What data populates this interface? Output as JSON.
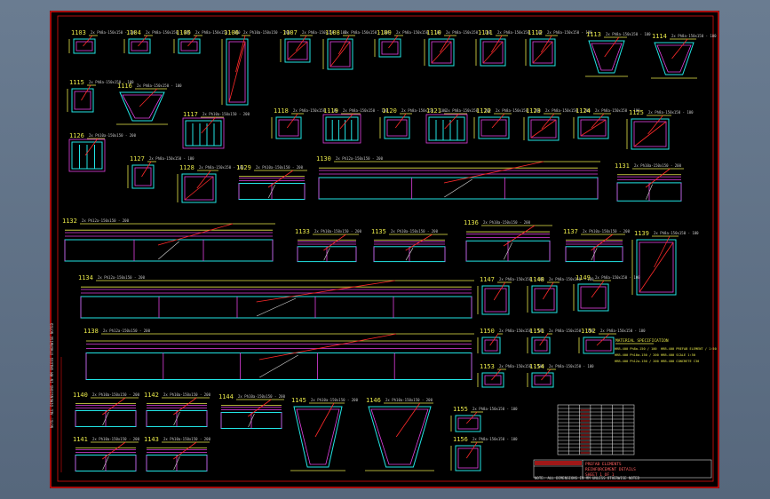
{
  "colors": {
    "background": "#5d6f84",
    "sheet": "#000000",
    "frame": "#e01010",
    "concrete_outline": "#22e5e5",
    "rebar": "#e040e0",
    "leader": "#ff2a2a",
    "text": "#e8e84a"
  },
  "drawing": {
    "details": [
      {
        "id": "s1103",
        "label": "1103",
        "kind": "section",
        "note": "2x Ph8a-150x150 - 100"
      },
      {
        "id": "s1104",
        "label": "1104",
        "kind": "section",
        "note": "2x Ph8a-150x150 - 100"
      },
      {
        "id": "s1105",
        "label": "1105",
        "kind": "section",
        "note": "2x Ph8a-150x150 - 100"
      },
      {
        "id": "s1106",
        "label": "1106",
        "kind": "tall",
        "note": "2x Ph10a-150x150 - 200"
      },
      {
        "id": "s1107",
        "label": "1107",
        "kind": "diag",
        "note": "2x Ph8a-150x150 - 100"
      },
      {
        "id": "s1108",
        "label": "1108",
        "kind": "diag",
        "note": "2x Ph8a-150x150 - 100"
      },
      {
        "id": "s1109",
        "label": "1109",
        "kind": "section",
        "note": "2x Ph8a-150x150 - 100"
      },
      {
        "id": "s1110",
        "label": "1110",
        "kind": "diag",
        "note": "2x Ph8a-150x150 - 100"
      },
      {
        "id": "s1111",
        "label": "1111",
        "kind": "diag",
        "note": "2x Ph8a-150x150 - 100"
      },
      {
        "id": "s1112",
        "label": "1112",
        "kind": "diag",
        "note": "2x Ph8a-150x150 - 100"
      },
      {
        "id": "s1113",
        "label": "1113",
        "kind": "trap",
        "note": "2x Ph8a-150x150 - 100"
      },
      {
        "id": "s1114",
        "label": "1114",
        "kind": "trap",
        "note": "2x Ph8a-150x150 - 100"
      },
      {
        "id": "s1115",
        "label": "1115",
        "kind": "section",
        "note": "2x Ph8a-150x150 - 100"
      },
      {
        "id": "s1116",
        "label": "1116",
        "kind": "trap",
        "note": "2x Ph8a-150x150 - 100"
      },
      {
        "id": "s1117",
        "label": "1117",
        "kind": "ribs",
        "note": "2x Ph10a-150x150 - 200"
      },
      {
        "id": "s1118",
        "label": "1118",
        "kind": "section",
        "note": "2x Ph8a-150x150 - 100"
      },
      {
        "id": "s1119",
        "label": "1119",
        "kind": "ribs",
        "note": "2x Ph8a-150x150 - 100"
      },
      {
        "id": "s1120",
        "label": "1120",
        "kind": "section",
        "note": "2x Ph8a-150x150 - 100"
      },
      {
        "id": "s1121",
        "label": "1121",
        "kind": "ribs",
        "note": "2x Ph8a-150x150 - 100"
      },
      {
        "id": "s1122",
        "label": "1122",
        "kind": "section",
        "note": "2x Ph8a-150x150 - 100"
      },
      {
        "id": "s1123",
        "label": "1123",
        "kind": "diag",
        "note": "2x Ph8a-150x150 - 100"
      },
      {
        "id": "s1124",
        "label": "1124",
        "kind": "diag",
        "note": "2x Ph8a-150x150 - 100"
      },
      {
        "id": "s1125",
        "label": "1125",
        "kind": "diag",
        "note": "2x Ph8a-150x150 - 100"
      },
      {
        "id": "s1126",
        "label": "1126",
        "kind": "ribs",
        "note": "2x Ph10a-150x150 - 200"
      },
      {
        "id": "s1127",
        "label": "1127",
        "kind": "section",
        "note": "2x Ph8a-150x150 - 100"
      },
      {
        "id": "s1128",
        "label": "1128",
        "kind": "diag",
        "note": "2x Ph8a-150x150 - 100"
      },
      {
        "id": "e1129",
        "label": "1129",
        "kind": "elev",
        "note": "2x Ph10a-150x150 - 200"
      },
      {
        "id": "e1130",
        "label": "1130",
        "kind": "elev",
        "note": "2x Ph12a-150x150 - 200"
      },
      {
        "id": "e1131",
        "label": "1131",
        "kind": "elev",
        "note": "2x Ph10a-150x150 - 200"
      },
      {
        "id": "e1132",
        "label": "1132",
        "kind": "elev",
        "note": "2x Ph12a-150x150 - 200"
      },
      {
        "id": "e1133",
        "label": "1133",
        "kind": "elev",
        "note": "2x Ph10a-150x150 - 200"
      },
      {
        "id": "e1135",
        "label": "1135",
        "kind": "elev",
        "note": "2x Ph10a-150x150 - 200"
      },
      {
        "id": "e1136",
        "label": "1136",
        "kind": "elev",
        "note": "2x Ph10a-150x150 - 200"
      },
      {
        "id": "e1137",
        "label": "1137",
        "kind": "elev",
        "note": "2x Ph10a-150x150 - 200"
      },
      {
        "id": "s1139",
        "label": "1139",
        "kind": "diag",
        "note": "2x Ph8a-150x150 - 100"
      },
      {
        "id": "e1134",
        "label": "1134",
        "kind": "elev",
        "note": "2x Ph12a-150x150 - 200"
      },
      {
        "id": "e1138",
        "label": "1138",
        "kind": "elev",
        "note": "2x Ph12a-150x150 - 200"
      },
      {
        "id": "s1147",
        "label": "1147",
        "kind": "small",
        "note": "2x Ph8a-150x150 - 100"
      },
      {
        "id": "s1148",
        "label": "1148",
        "kind": "small",
        "note": "2x Ph8a-150x150 - 100"
      },
      {
        "id": "s1149",
        "label": "1149",
        "kind": "small",
        "note": "2x Ph8a-150x150 - 100"
      },
      {
        "id": "s1150",
        "label": "1150",
        "kind": "small",
        "note": "2x Ph8a-150x150 - 100"
      },
      {
        "id": "s1151",
        "label": "1151",
        "kind": "small",
        "note": "2x Ph8a-150x150 - 100"
      },
      {
        "id": "s1152",
        "label": "1152",
        "kind": "small",
        "note": "2x Ph8a-150x150 - 100"
      },
      {
        "id": "s1153",
        "label": "1153",
        "kind": "small",
        "note": "2x Ph8a-150x150 - 100"
      },
      {
        "id": "s1154",
        "label": "1154",
        "kind": "small",
        "note": "2x Ph8a-150x150 - 100"
      },
      {
        "id": "e1140",
        "label": "1140",
        "kind": "elev",
        "note": "2x Ph10a-150x150 - 200"
      },
      {
        "id": "e1142",
        "label": "1142",
        "kind": "elev",
        "note": "2x Ph10a-150x150 - 200"
      },
      {
        "id": "e1144",
        "label": "1144",
        "kind": "elev",
        "note": "2x Ph10a-150x150 - 200"
      },
      {
        "id": "e1141",
        "label": "1141",
        "kind": "elev",
        "note": "2x Ph10a-150x150 - 200"
      },
      {
        "id": "e1143",
        "label": "1143",
        "kind": "elev",
        "note": "2x Ph10a-150x150 - 200"
      },
      {
        "id": "s1145",
        "label": "1145",
        "kind": "trap",
        "note": "2x Ph10a-150x150 - 200"
      },
      {
        "id": "s1146",
        "label": "1146",
        "kind": "trap",
        "note": "2x Ph10a-150x150 - 200"
      },
      {
        "id": "s1155",
        "label": "1155",
        "kind": "small",
        "note": "2x Ph8a-150x150 - 100"
      },
      {
        "id": "s1156",
        "label": "1156",
        "kind": "small",
        "note": "2x Ph8a-150x150 - 100"
      }
    ],
    "spec_notes": {
      "header": "MATERIAL SPECIFICATION",
      "lines": [
        "HRB-400 Ph8a-150 / 100",
        "HRB-400 Ph10a-150 / 200",
        "HRB-400 Ph12a-150 / 200",
        "HRB-400 PREFAB ELEMENT / 1:50",
        "HRB-400 SCALE 1:50",
        "HRB-400 CONCRETE C30"
      ]
    },
    "title_block": {
      "lines": [
        "PREFAB ELEMENTS",
        "REINFORCEMENT DETAILS",
        "SHEET 1 OF 1"
      ]
    },
    "footer_note": "NOTE: ALL DIMENSIONS IN MM UNLESS OTHERWISE NOTED"
  }
}
